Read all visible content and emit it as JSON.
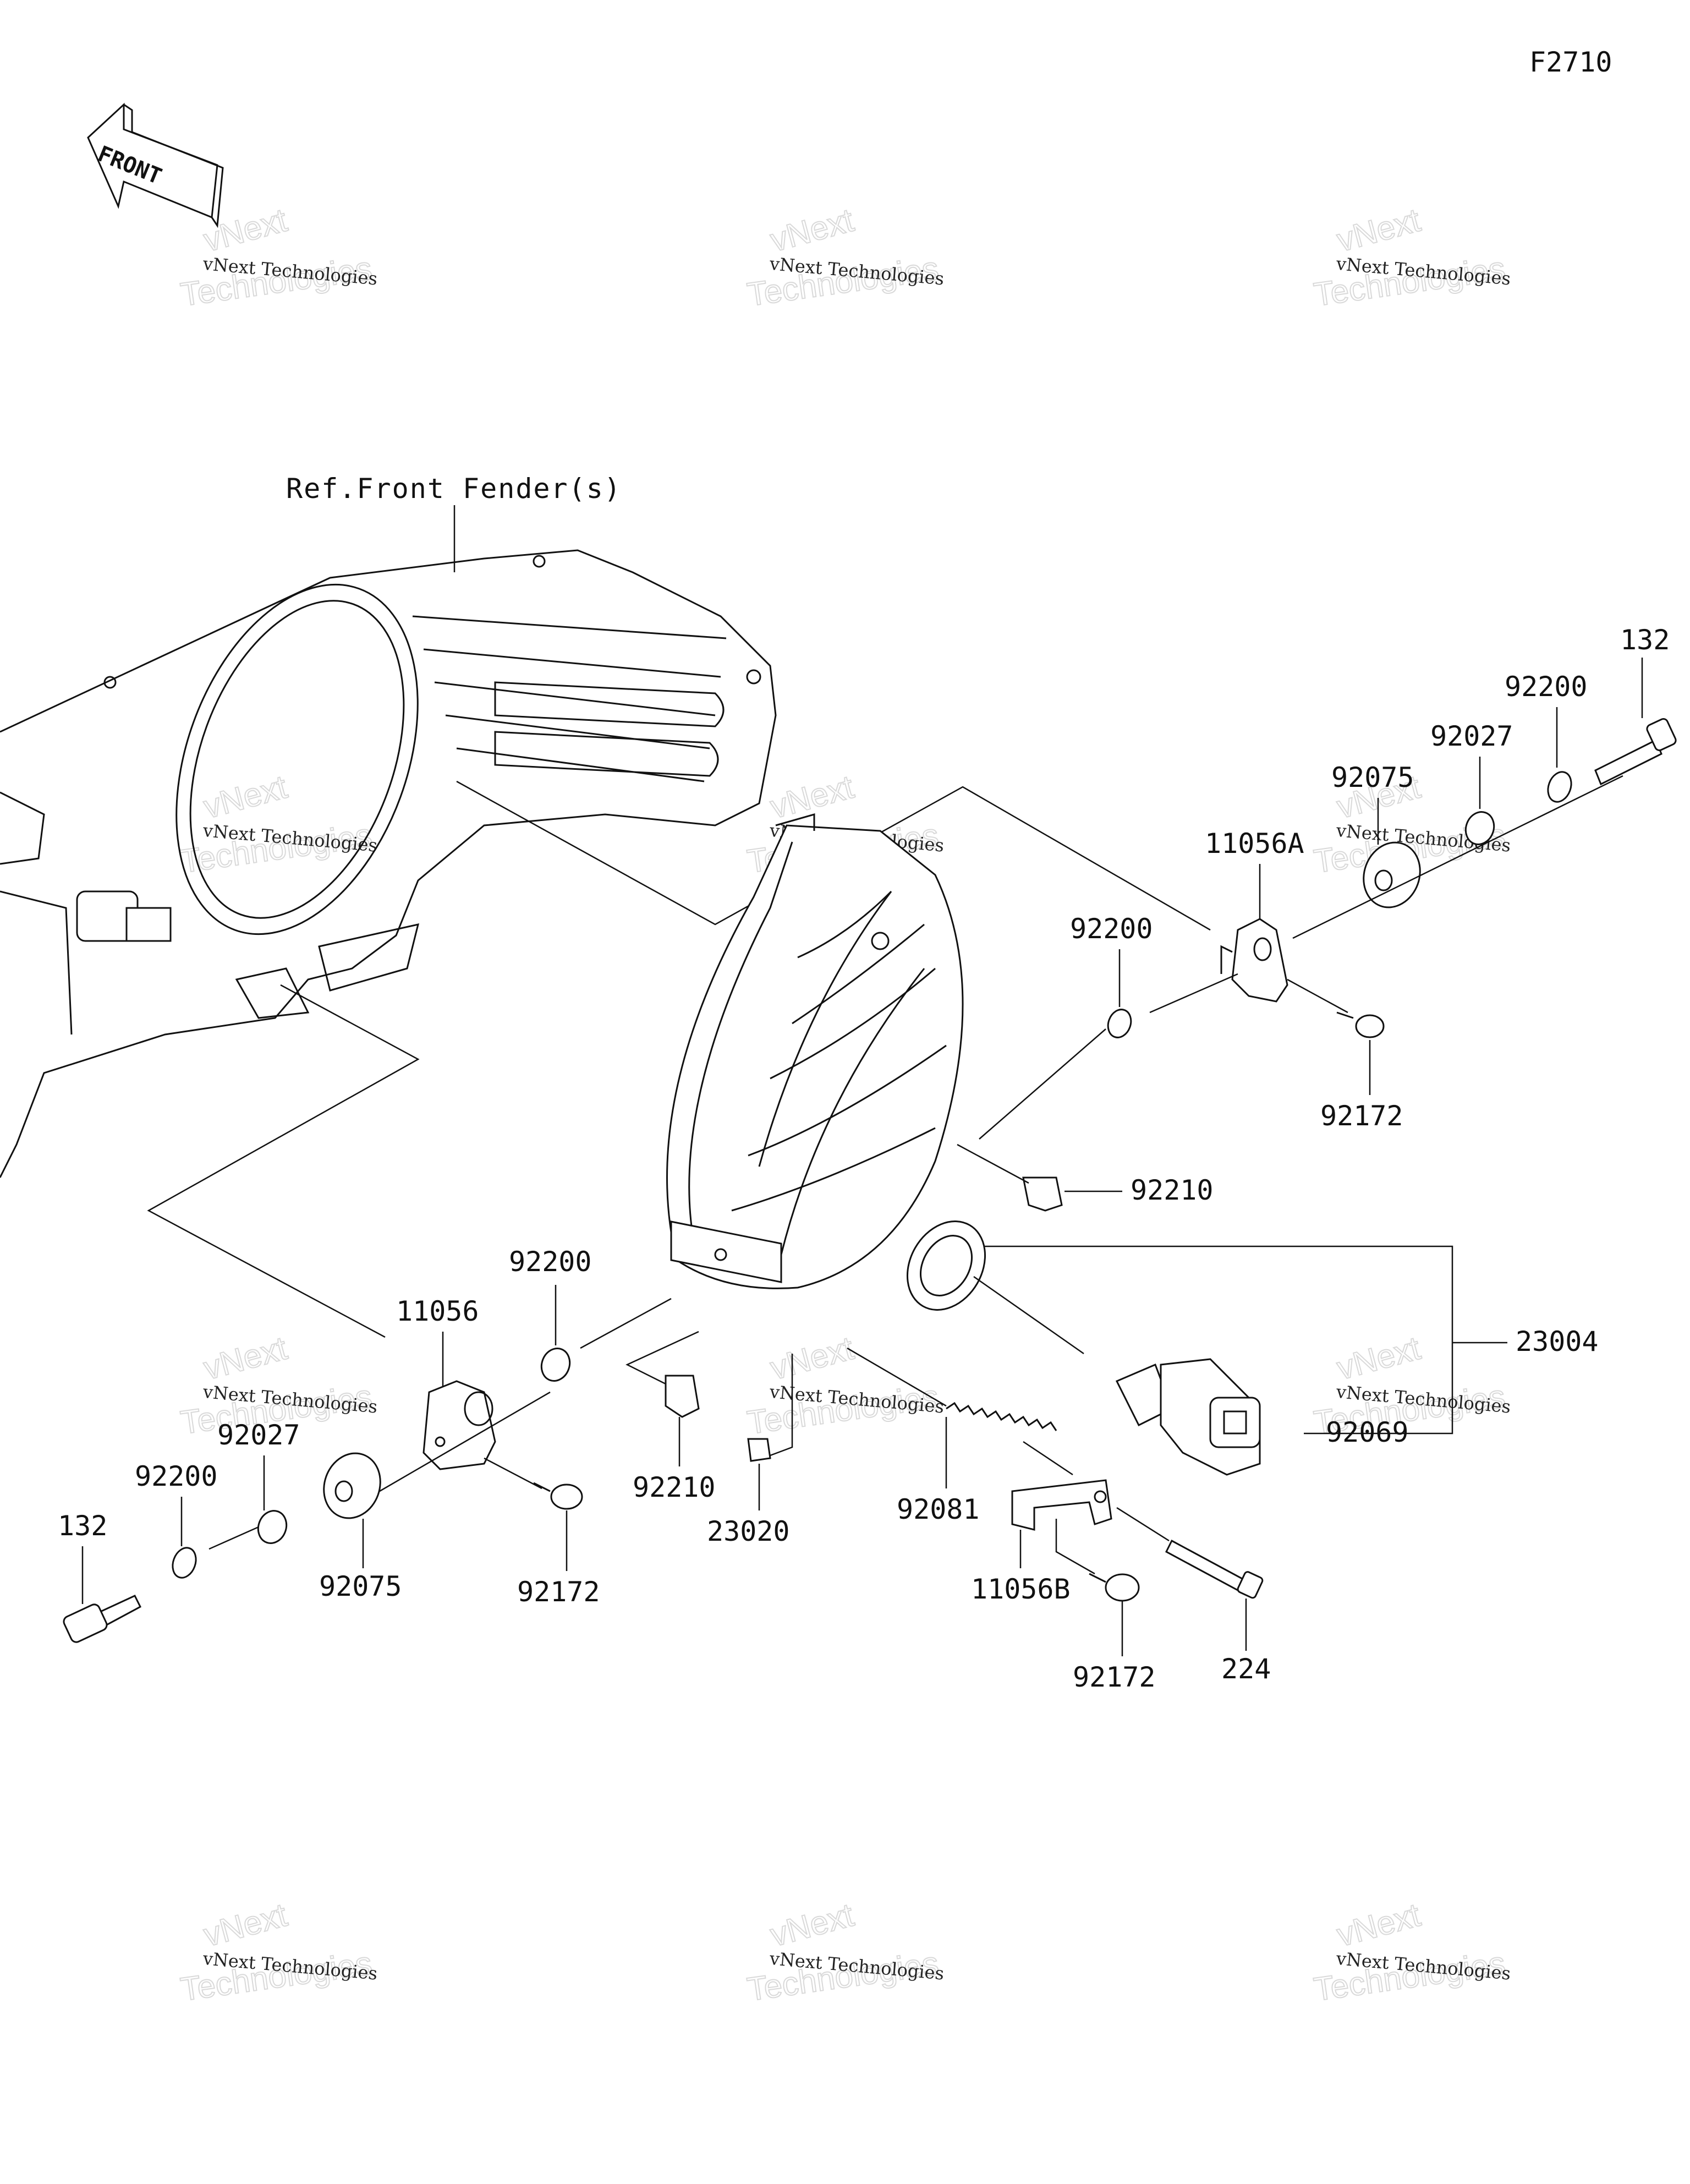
{
  "diagram_code": "F2710",
  "front_arrow_label": "FRONT",
  "reference_label": "Ref.Front Fender(s)",
  "watermark": {
    "line1": "vNext Technologies",
    "line2": "Technologies",
    "line3": "vNext"
  },
  "part_labels": {
    "p132_right": "132",
    "p92200_right_top": "92200",
    "p92027_right": "92027",
    "p92075_right": "92075",
    "p11056A": "11056A",
    "p92200_right_mid": "92200",
    "p92172_right": "92172",
    "p92210_right": "92210",
    "p23004": "23004",
    "p92069": "92069",
    "p92200_left": "92200",
    "p11056": "11056",
    "p92027_left": "92027",
    "p92200_far_left": "92200",
    "p132_left": "132",
    "p92075_left": "92075",
    "p92172_left": "92172",
    "p92210_left": "92210",
    "p23020": "23020",
    "p92081": "92081",
    "p11056B": "11056B",
    "p92172_bottom": "92172",
    "p224": "224"
  }
}
